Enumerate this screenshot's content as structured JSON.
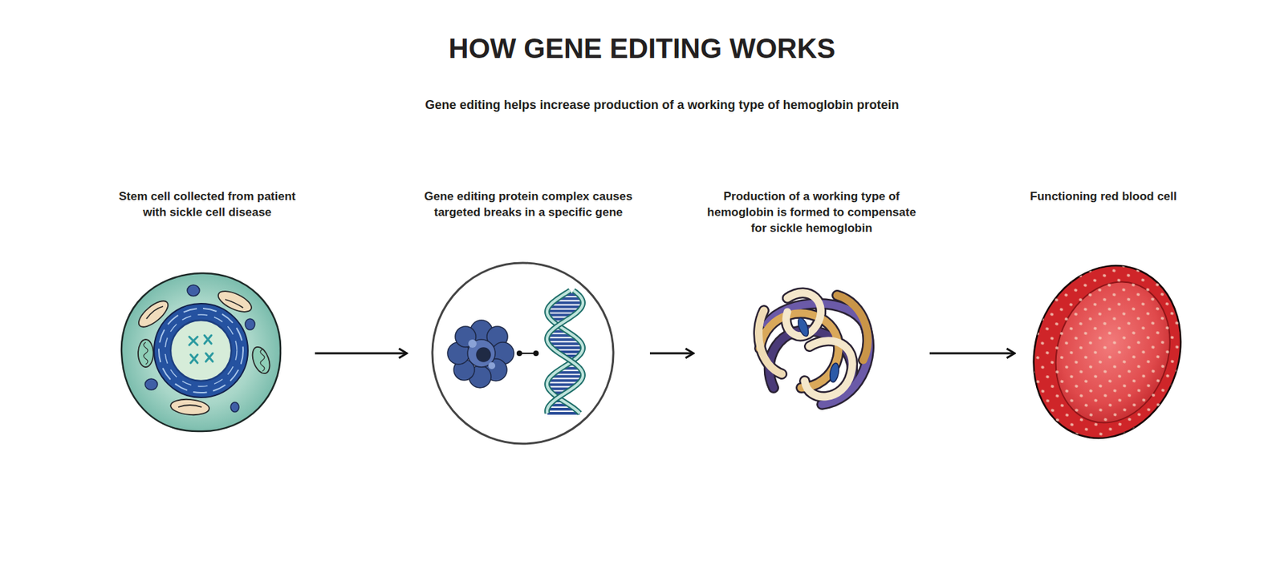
{
  "diagram": {
    "title": "HOW GENE EDITING WORKS",
    "nodes": [
      {
        "text": [
          "Stem cell collected from patient with sickle cell disease"
        ]
      },
      {
        "text": [
          "Gene editing helps increase production of a working type of hemoglobin protein"
        ]
      },
      {
        "text": [
          "Gene editing protein complex causes targeted breaks in a specific gene"
        ],
        "in": 1
      },
      {
        "text": [
          "Production of a working type of hemoglobin is formed to compensate for sickle hemoglobin"
        ],
        "in": 1
      },
      {
        "text": [
          "Functioning red blood cell"
        ]
      }
    ],
    "edges": [
      {
        "from": 0,
        "to": 2,
        "arrow": "to"
      },
      {
        "from": 2,
        "to": 3,
        "arrow": "to"
      },
      {
        "from": 3,
        "to": 4,
        "arrow": "to"
      }
    ]
  }
}
